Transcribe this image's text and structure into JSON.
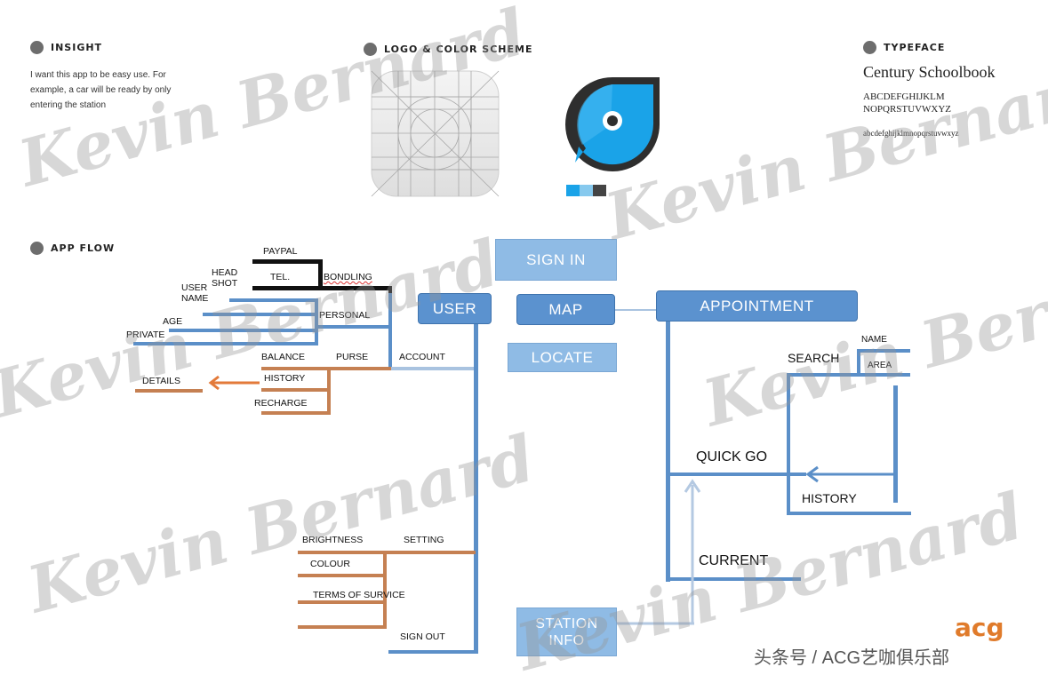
{
  "sections": {
    "insight": {
      "title": "INSIGHT",
      "text": "I want this app to be easy use. For example, a car will be ready by only entering the station"
    },
    "logo": {
      "title": "LOGO & COLOR SCHEME"
    },
    "typeface": {
      "title": "TYPEFACE",
      "name": "Century Schoolbook",
      "uppercase": "ABCDEFGHIJKLM NOPQRSTUVWXYZ",
      "lowercase": "abcdefghijklmnopqrstuvwxyz"
    },
    "app_flow": {
      "title": "APP FLOW"
    }
  },
  "colors": {
    "swatch1": "#1aa3e8",
    "swatch2": "#86c9ee",
    "swatch3": "#444444",
    "flow_blue": "#5b8fc8",
    "flow_orange": "#c58052"
  },
  "nodes": {
    "sign_in": "SIGN IN",
    "user": "USER",
    "map": "MAP",
    "appointment": "APPOINTMENT",
    "locate": "LOCATE",
    "station_info": "STATION INFO"
  },
  "labels": {
    "paypal": "PAYPAL",
    "head_shot": "HEAD SHOT",
    "tel": "TEL.",
    "bondling": "BONDLING",
    "user_name": "USER NAME",
    "personal": "PERSONAL",
    "age": "AGE",
    "private": "PRIVATE",
    "balance": "BALANCE",
    "purse": "PURSE",
    "account": "ACCOUNT",
    "details": "DETAILS",
    "history": "HISTORY",
    "recharge": "RECHARGE",
    "brightness": "BRIGHTNESS",
    "setting": "SETTING",
    "colour": "COLOUR",
    "terms": "TERMS OF SURVICE",
    "sign_out": "SIGN OUT",
    "name": "NAME",
    "search": "SEARCH",
    "area": "AREA",
    "quick_go": "QUICK GO",
    "history_right": "HISTORY",
    "current": "CURRENT"
  },
  "watermark": "Kevin Bernard",
  "footer": {
    "logo": "acg",
    "text": "头条号 / ACG艺咖俱乐部"
  }
}
